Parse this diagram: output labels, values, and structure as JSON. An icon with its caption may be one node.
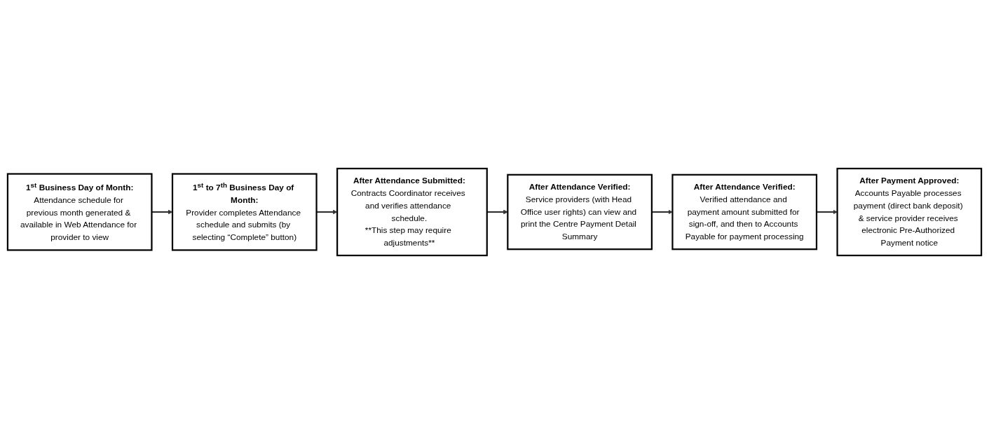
{
  "diagram": {
    "nodes": [
      {
        "text": [
          "1$^{st}$ Business Day of Month:",
          "Attendance schedule for previous month generated & available in Web Attendance for provider to view"
        ]
      },
      {
        "text": [
          "1$^{st}$ to 7$^{th}$ Business Day of Month:",
          "Provider completes Attendance schedule and submits (by selecting “Complete” button)"
        ]
      },
      {
        "text": [
          "After Attendance Submitted:",
          "Contracts Coordinator receives and verifies attendance schedule.",
          "**This step may require adjustments**"
        ]
      },
      {
        "text": [
          "After Payment Approved:",
          "Accounts Payable processes payment (direct bank deposit) & service provider receives electronic Pre-Authorized Payment notice"
        ]
      },
      {
        "text": [
          "After Attendance Verified:",
          "Verified attendance and payment amount submitted for sign-off, and then to Accounts Payable for payment processing"
        ]
      },
      {
        "text": [
          "After Attendance Verified:",
          "Service providers (with Head Office user rights) can view and print the Centre Payment Detail Summary"
        ]
      }
    ],
    "edges": [
      {
        "from": 0,
        "to": 1,
        "arrow": "to"
      },
      {
        "from": 1,
        "to": 2,
        "arrow": "to"
      },
      {
        "from": 2,
        "to": 5,
        "arrow": "to"
      },
      {
        "from": 5,
        "to": 4,
        "arrow": "to"
      },
      {
        "from": 4,
        "to": 3,
        "arrow": "to"
      }
    ]
  }
}
